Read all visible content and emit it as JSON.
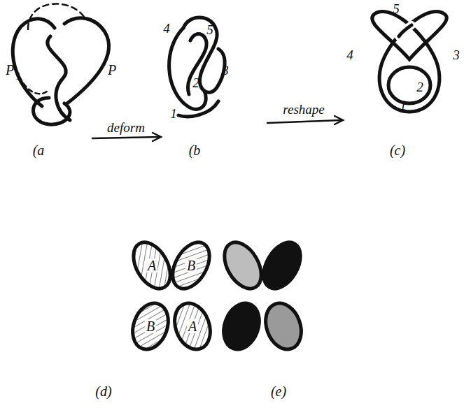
{
  "diagram": {
    "labels": [
      "P",
      "1",
      "P",
      "deform",
      "reshape",
      "4",
      "5",
      "3",
      "2",
      "1",
      "5",
      "4",
      "3",
      "2",
      "1",
      "A",
      "B",
      "B",
      "A",
      "(a",
      "(b",
      "(c)",
      "(d)",
      "(e)"
    ]
  }
}
